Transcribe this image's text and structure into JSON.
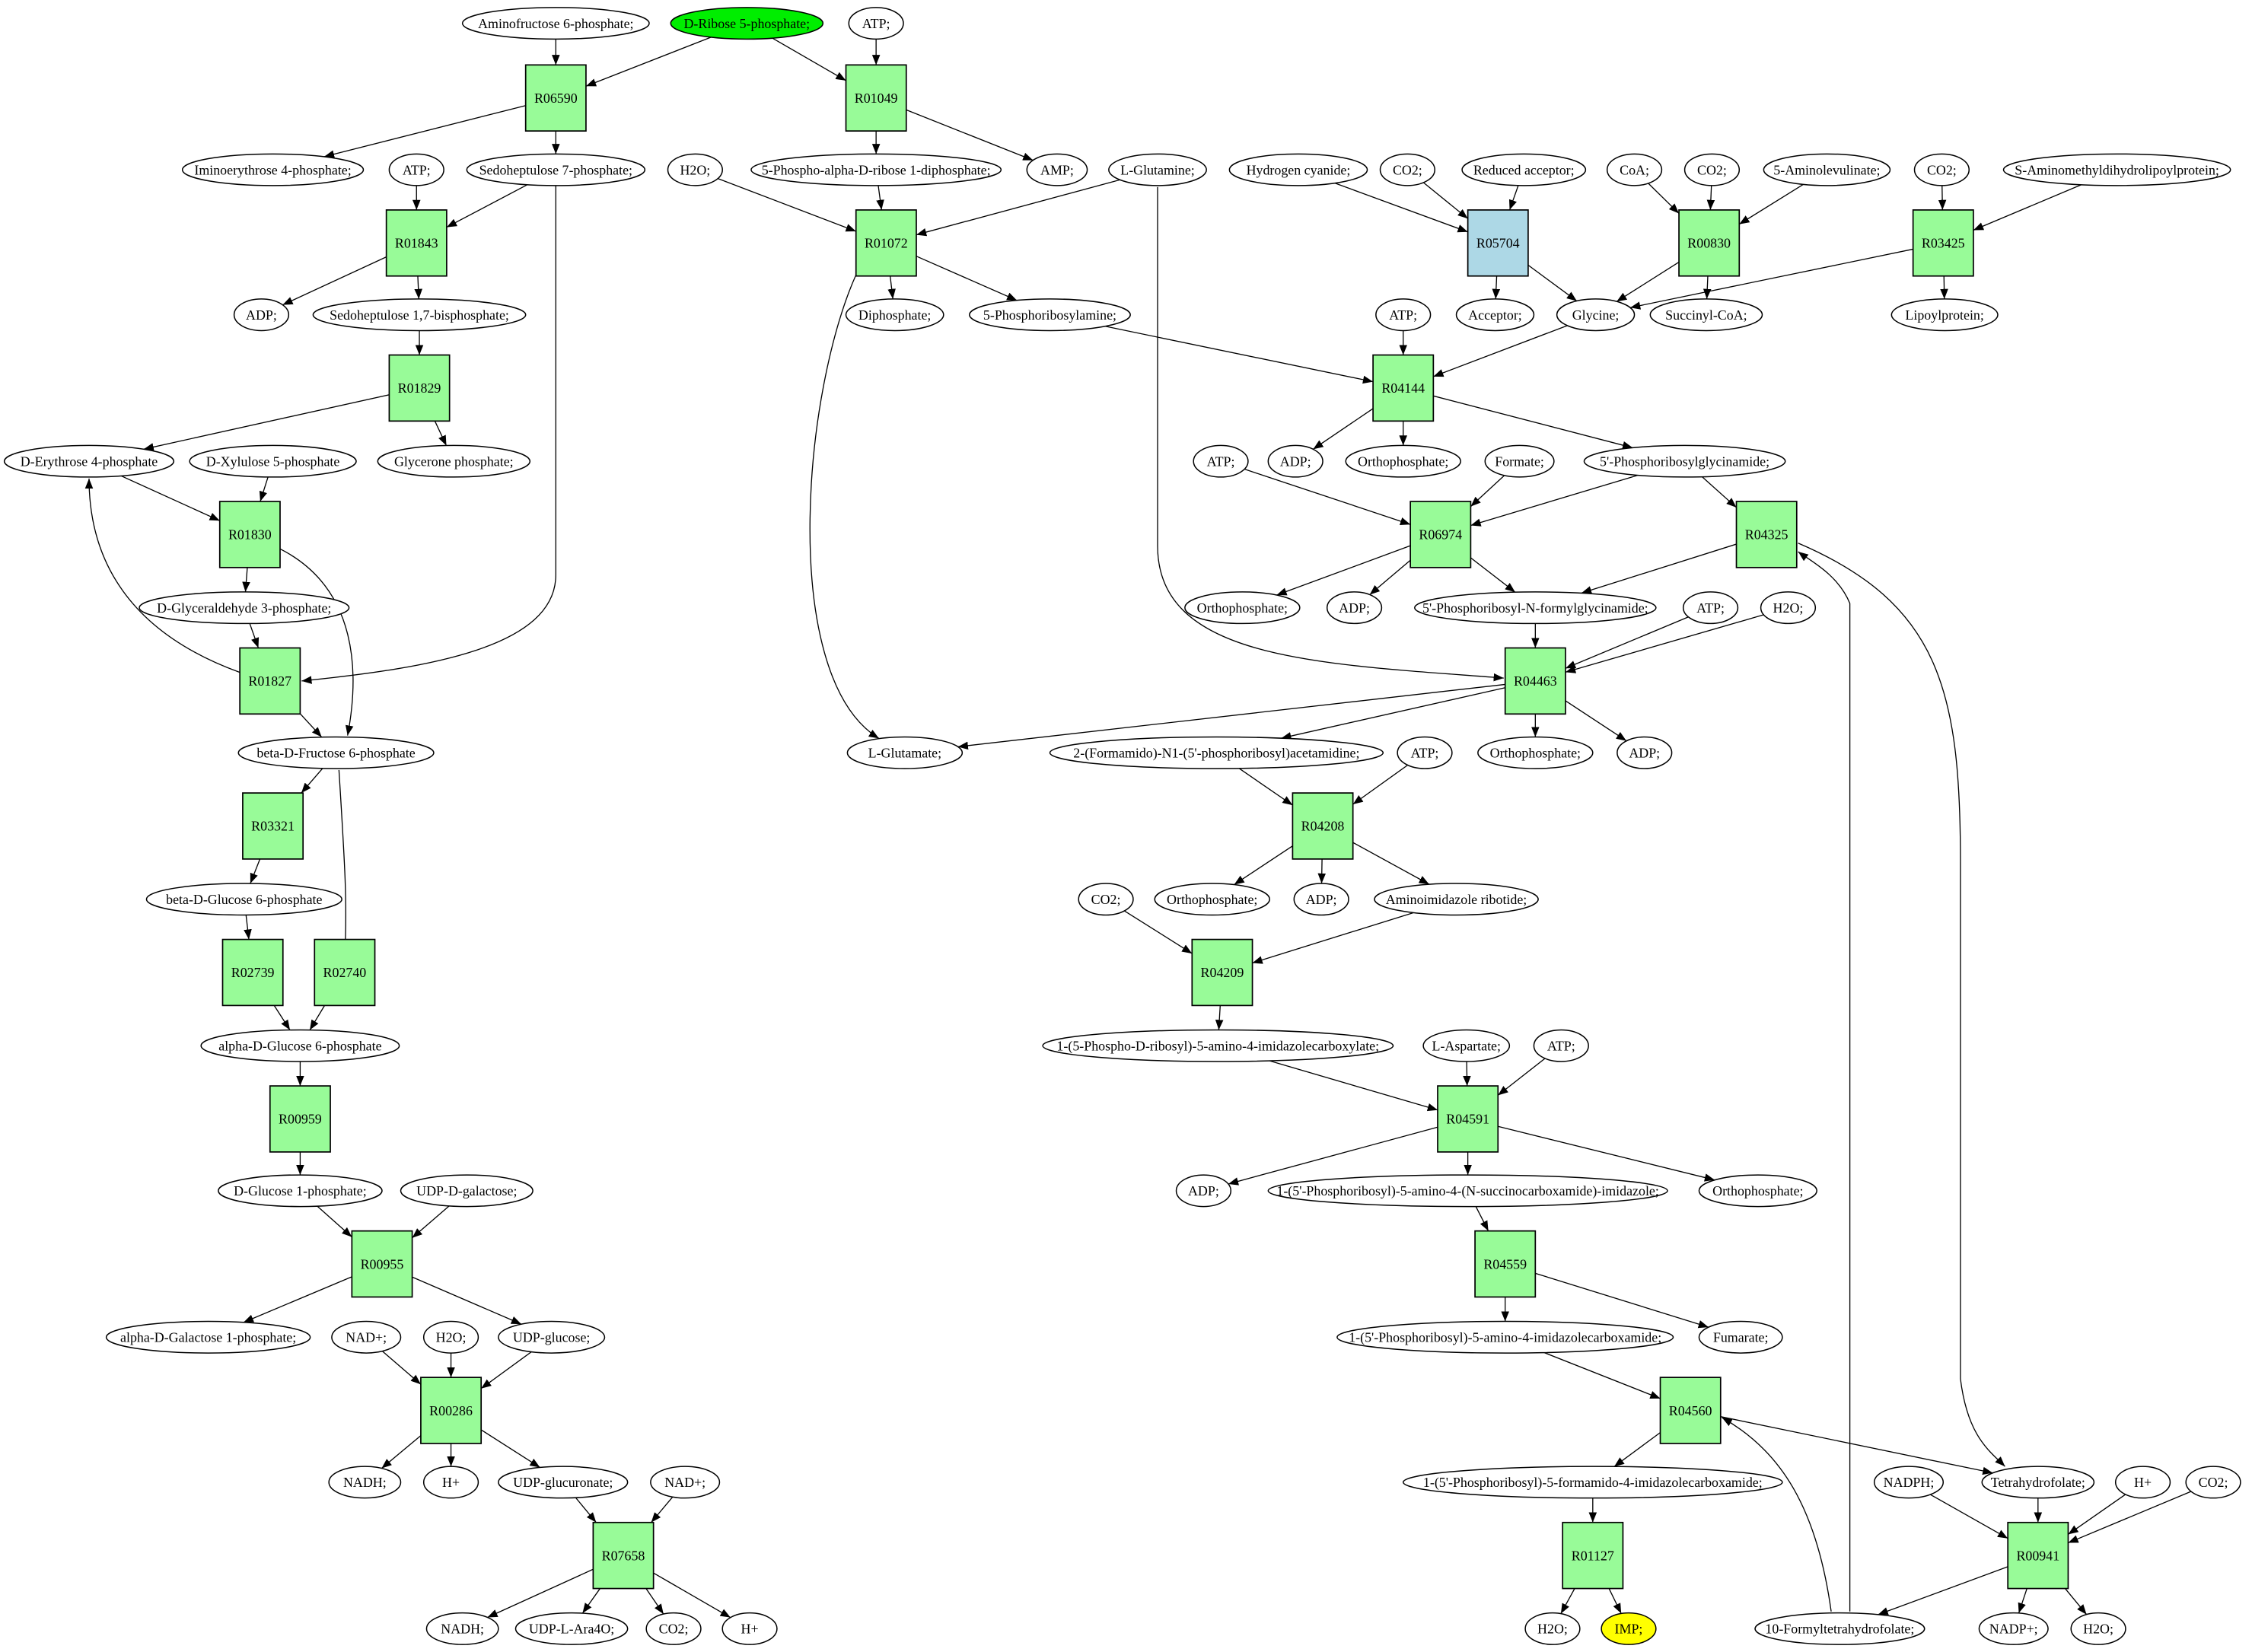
{
  "diagram": {
    "title": "Metabolic pathway graph (Reaction network to IMP)",
    "colors": {
      "reaction_fill": "#98fb98",
      "reaction_highlight_fill": "#add8e6",
      "source_compound_fill": "#00ee00",
      "target_compound_fill": "#ffff00",
      "compound_fill": "#ffffff",
      "stroke": "#000000"
    },
    "compounds": [
      {
        "id": "c_aminofructose",
        "label": "Aminofructose 6-phosphate;"
      },
      {
        "id": "c_dribose",
        "label": "D-Ribose 5-phosphate;",
        "role": "source"
      },
      {
        "id": "c_atp1",
        "label": "ATP;"
      },
      {
        "id": "c_imino",
        "label": "Iminoerythrose 4-phosphate;"
      },
      {
        "id": "c_atp2",
        "label": "ATP;"
      },
      {
        "id": "c_sedo7",
        "label": "Sedoheptulose 7-phosphate;"
      },
      {
        "id": "c_h2o1",
        "label": "H2O;"
      },
      {
        "id": "c_prpp",
        "label": "5-Phospho-alpha-D-ribose 1-diphosphate;"
      },
      {
        "id": "c_amp",
        "label": "AMP;"
      },
      {
        "id": "c_lgln",
        "label": "L-Glutamine;"
      },
      {
        "id": "c_hcn",
        "label": "Hydrogen cyanide;"
      },
      {
        "id": "c_co2a",
        "label": "CO2;"
      },
      {
        "id": "c_redacc",
        "label": "Reduced acceptor;"
      },
      {
        "id": "c_coa",
        "label": "CoA;"
      },
      {
        "id": "c_co2b",
        "label": "CO2;"
      },
      {
        "id": "c_5ala",
        "label": "5-Aminolevulinate;"
      },
      {
        "id": "c_co2c",
        "label": "CO2;"
      },
      {
        "id": "c_samdl",
        "label": "S-Aminomethyldihydrolipoylprotein;"
      },
      {
        "id": "c_adp1",
        "label": "ADP;"
      },
      {
        "id": "c_sedo17",
        "label": "Sedoheptulose 1,7-bisphosphate;"
      },
      {
        "id": "c_diphos",
        "label": "Diphosphate;"
      },
      {
        "id": "c_5pra",
        "label": "5-Phosphoribosylamine;"
      },
      {
        "id": "c_atp3",
        "label": "ATP;"
      },
      {
        "id": "c_acceptor",
        "label": "Acceptor;"
      },
      {
        "id": "c_glycine",
        "label": "Glycine;"
      },
      {
        "id": "c_succoa",
        "label": "Succinyl-CoA;"
      },
      {
        "id": "c_lipoyl",
        "label": "Lipoylprotein;"
      },
      {
        "id": "c_e4p",
        "label": "D-Erythrose 4-phosphate"
      },
      {
        "id": "c_x5p",
        "label": "D-Xylulose 5-phosphate"
      },
      {
        "id": "c_glyp",
        "label": "Glycerone phosphate;"
      },
      {
        "id": "c_atp4",
        "label": "ATP;"
      },
      {
        "id": "c_adp2",
        "label": "ADP;"
      },
      {
        "id": "c_ortho1",
        "label": "Orthophosphate;"
      },
      {
        "id": "c_formate",
        "label": "Formate;"
      },
      {
        "id": "c_gar",
        "label": "5'-Phosphoribosylglycinamide;"
      },
      {
        "id": "c_g3p",
        "label": "D-Glyceraldehyde 3-phosphate;"
      },
      {
        "id": "c_ortho2",
        "label": "Orthophosphate;"
      },
      {
        "id": "c_adp3",
        "label": "ADP;"
      },
      {
        "id": "c_fgar",
        "label": "5'-Phosphoribosyl-N-formylglycinamide;"
      },
      {
        "id": "c_atp5",
        "label": "ATP;"
      },
      {
        "id": "c_h2o2",
        "label": "H2O;"
      },
      {
        "id": "c_f6p",
        "label": "beta-D-Fructose 6-phosphate"
      },
      {
        "id": "c_lglu",
        "label": "L-Glutamate;"
      },
      {
        "id": "c_fgam",
        "label": "2-(Formamido)-N1-(5'-phosphoribosyl)acetamidine;"
      },
      {
        "id": "c_atp6",
        "label": "ATP;"
      },
      {
        "id": "c_ortho3",
        "label": "Orthophosphate;"
      },
      {
        "id": "c_adp4",
        "label": "ADP;"
      },
      {
        "id": "c_bg6p",
        "label": "beta-D-Glucose 6-phosphate"
      },
      {
        "id": "c_co2d",
        "label": "CO2;"
      },
      {
        "id": "c_ortho4",
        "label": "Orthophosphate;"
      },
      {
        "id": "c_adp5",
        "label": "ADP;"
      },
      {
        "id": "c_air",
        "label": "Aminoimidazole ribotide;"
      },
      {
        "id": "c_ag6p",
        "label": "alpha-D-Glucose 6-phosphate"
      },
      {
        "id": "c_cair",
        "label": "1-(5-Phospho-D-ribosyl)-5-amino-4-imidazolecarboxylate;"
      },
      {
        "id": "c_lasp",
        "label": "L-Aspartate;"
      },
      {
        "id": "c_atp7",
        "label": "ATP;"
      },
      {
        "id": "c_g1p",
        "label": "D-Glucose 1-phosphate;"
      },
      {
        "id": "c_udpgal",
        "label": "UDP-D-galactose;"
      },
      {
        "id": "c_adp6",
        "label": "ADP;"
      },
      {
        "id": "c_saicar",
        "label": "1-(5'-Phosphoribosyl)-5-amino-4-(N-succinocarboxamide)-imidazole;"
      },
      {
        "id": "c_ortho5",
        "label": "Orthophosphate;"
      },
      {
        "id": "c_agal1p",
        "label": "alpha-D-Galactose 1-phosphate;"
      },
      {
        "id": "c_nad1",
        "label": "NAD+;"
      },
      {
        "id": "c_h2o3",
        "label": "H2O;"
      },
      {
        "id": "c_udpglc",
        "label": "UDP-glucose;"
      },
      {
        "id": "c_aicar",
        "label": "1-(5'-Phosphoribosyl)-5-amino-4-imidazolecarboxamide;"
      },
      {
        "id": "c_fumarate",
        "label": "Fumarate;"
      },
      {
        "id": "c_nadh1",
        "label": "NADH;"
      },
      {
        "id": "c_hplus1",
        "label": "H+"
      },
      {
        "id": "c_udpglcu",
        "label": "UDP-glucuronate;"
      },
      {
        "id": "c_nad2",
        "label": "NAD+;"
      },
      {
        "id": "c_faicar",
        "label": "1-(5'-Phosphoribosyl)-5-formamido-4-imidazolecarboxamide;"
      },
      {
        "id": "c_nadph",
        "label": "NADPH;"
      },
      {
        "id": "c_thf",
        "label": "Tetrahydrofolate;"
      },
      {
        "id": "c_hplus2",
        "label": "H+"
      },
      {
        "id": "c_co2e",
        "label": "CO2;"
      },
      {
        "id": "c_nadh2",
        "label": "NADH;"
      },
      {
        "id": "c_udpara",
        "label": "UDP-L-Ara4O;"
      },
      {
        "id": "c_co2f",
        "label": "CO2;"
      },
      {
        "id": "c_hplus3",
        "label": "H+"
      },
      {
        "id": "c_h2o4",
        "label": "H2O;"
      },
      {
        "id": "c_imp",
        "label": "IMP;",
        "role": "target"
      },
      {
        "id": "c_10fthf",
        "label": "10-Formyltetrahydrofolate;"
      },
      {
        "id": "c_nadp",
        "label": "NADP+;"
      },
      {
        "id": "c_h2o5",
        "label": "H2O;"
      }
    ],
    "reactions": [
      {
        "id": "R06590",
        "label": "R06590"
      },
      {
        "id": "R01049",
        "label": "R01049"
      },
      {
        "id": "R01843",
        "label": "R01843"
      },
      {
        "id": "R01072",
        "label": "R01072"
      },
      {
        "id": "R05704",
        "label": "R05704",
        "highlight": true
      },
      {
        "id": "R00830",
        "label": "R00830"
      },
      {
        "id": "R03425",
        "label": "R03425"
      },
      {
        "id": "R01829",
        "label": "R01829"
      },
      {
        "id": "R04144",
        "label": "R04144"
      },
      {
        "id": "R01830",
        "label": "R01830"
      },
      {
        "id": "R06974",
        "label": "R06974"
      },
      {
        "id": "R04325",
        "label": "R04325"
      },
      {
        "id": "R01827",
        "label": "R01827"
      },
      {
        "id": "R04463",
        "label": "R04463"
      },
      {
        "id": "R03321",
        "label": "R03321"
      },
      {
        "id": "R04208",
        "label": "R04208"
      },
      {
        "id": "R02739",
        "label": "R02739"
      },
      {
        "id": "R02740",
        "label": "R02740"
      },
      {
        "id": "R04209",
        "label": "R04209"
      },
      {
        "id": "R00959",
        "label": "R00959"
      },
      {
        "id": "R04591",
        "label": "R04591"
      },
      {
        "id": "R00955",
        "label": "R00955"
      },
      {
        "id": "R04559",
        "label": "R04559"
      },
      {
        "id": "R00286",
        "label": "R00286"
      },
      {
        "id": "R04560",
        "label": "R04560"
      },
      {
        "id": "R07658",
        "label": "R07658"
      },
      {
        "id": "R01127",
        "label": "R01127"
      },
      {
        "id": "R00941",
        "label": "R00941"
      }
    ],
    "edges": [
      [
        "c_aminofructose",
        "R06590"
      ],
      [
        "c_dribose",
        "R06590"
      ],
      [
        "R06590",
        "c_imino"
      ],
      [
        "R06590",
        "c_sedo7"
      ],
      [
        "c_dribose",
        "R01049"
      ],
      [
        "c_atp1",
        "R01049"
      ],
      [
        "R01049",
        "c_prpp"
      ],
      [
        "R01049",
        "c_amp"
      ],
      [
        "c_atp2",
        "R01843"
      ],
      [
        "c_sedo7",
        "R01843"
      ],
      [
        "R01843",
        "c_adp1"
      ],
      [
        "R01843",
        "c_sedo17"
      ],
      [
        "c_h2o1",
        "R01072"
      ],
      [
        "c_prpp",
        "R01072"
      ],
      [
        "c_lgln",
        "R01072"
      ],
      [
        "R01072",
        "c_diphos"
      ],
      [
        "R01072",
        "c_5pra"
      ],
      [
        "R01072",
        "c_lglu"
      ],
      [
        "c_hcn",
        "R05704"
      ],
      [
        "c_co2a",
        "R05704"
      ],
      [
        "c_redacc",
        "R05704"
      ],
      [
        "R05704",
        "c_acceptor"
      ],
      [
        "R05704",
        "c_glycine"
      ],
      [
        "c_coa",
        "R00830"
      ],
      [
        "c_co2b",
        "R00830"
      ],
      [
        "c_5ala",
        "R00830"
      ],
      [
        "R00830",
        "c_glycine"
      ],
      [
        "R00830",
        "c_succoa"
      ],
      [
        "c_co2c",
        "R03425"
      ],
      [
        "c_samdl",
        "R03425"
      ],
      [
        "R03425",
        "c_glycine"
      ],
      [
        "R03425",
        "c_lipoyl"
      ],
      [
        "c_sedo17",
        "R01829"
      ],
      [
        "R01829",
        "c_e4p"
      ],
      [
        "R01829",
        "c_glyp"
      ],
      [
        "c_5pra",
        "R04144"
      ],
      [
        "c_atp3",
        "R04144"
      ],
      [
        "c_glycine",
        "R04144"
      ],
      [
        "R04144",
        "c_adp2"
      ],
      [
        "R04144",
        "c_ortho1"
      ],
      [
        "R04144",
        "c_gar"
      ],
      [
        "c_e4p",
        "R01830"
      ],
      [
        "c_x5p",
        "R01830"
      ],
      [
        "R01830",
        "c_g3p"
      ],
      [
        "R01830",
        "c_f6p"
      ],
      [
        "c_atp4",
        "R06974"
      ],
      [
        "c_formate",
        "R06974"
      ],
      [
        "c_gar",
        "R06974"
      ],
      [
        "R06974",
        "c_ortho2"
      ],
      [
        "R06974",
        "c_adp3"
      ],
      [
        "R06974",
        "c_fgar"
      ],
      [
        "c_gar",
        "R04325"
      ],
      [
        "R04325",
        "c_fgar"
      ],
      [
        "c_10fthf",
        "R04325"
      ],
      [
        "R04325",
        "c_thf"
      ],
      [
        "c_g3p",
        "R01827"
      ],
      [
        "c_sedo7",
        "R01827"
      ],
      [
        "R01827",
        "c_e4p"
      ],
      [
        "R01827",
        "c_f6p"
      ],
      [
        "c_fgar",
        "R04463"
      ],
      [
        "c_atp5",
        "R04463"
      ],
      [
        "c_h2o2",
        "R04463"
      ],
      [
        "c_lgln",
        "R04463"
      ],
      [
        "R04463",
        "c_lglu"
      ],
      [
        "R04463",
        "c_fgam"
      ],
      [
        "R04463",
        "c_ortho3"
      ],
      [
        "R04463",
        "c_adp4"
      ],
      [
        "c_f6p",
        "R03321"
      ],
      [
        "R03321",
        "c_bg6p"
      ],
      [
        "c_fgam",
        "R04208"
      ],
      [
        "c_atp6",
        "R04208"
      ],
      [
        "R04208",
        "c_ortho4"
      ],
      [
        "R04208",
        "c_adp5"
      ],
      [
        "R04208",
        "c_air"
      ],
      [
        "c_bg6p",
        "R02739"
      ],
      [
        "R02739",
        "c_ag6p"
      ],
      [
        "c_f6p",
        "R02740"
      ],
      [
        "R02740",
        "c_ag6p"
      ],
      [
        "c_co2d",
        "R04209"
      ],
      [
        "c_air",
        "R04209"
      ],
      [
        "R04209",
        "c_cair"
      ],
      [
        "c_ag6p",
        "R00959"
      ],
      [
        "R00959",
        "c_g1p"
      ],
      [
        "c_cair",
        "R04591"
      ],
      [
        "c_lasp",
        "R04591"
      ],
      [
        "c_atp7",
        "R04591"
      ],
      [
        "R04591",
        "c_adp6"
      ],
      [
        "R04591",
        "c_saicar"
      ],
      [
        "R04591",
        "c_ortho5"
      ],
      [
        "c_g1p",
        "R00955"
      ],
      [
        "c_udpgal",
        "R00955"
      ],
      [
        "R00955",
        "c_agal1p"
      ],
      [
        "R00955",
        "c_udpglc"
      ],
      [
        "c_saicar",
        "R04559"
      ],
      [
        "R04559",
        "c_aicar"
      ],
      [
        "R04559",
        "c_fumarate"
      ],
      [
        "c_nad1",
        "R00286"
      ],
      [
        "c_h2o3",
        "R00286"
      ],
      [
        "c_udpglc",
        "R00286"
      ],
      [
        "R00286",
        "c_nadh1"
      ],
      [
        "R00286",
        "c_hplus1"
      ],
      [
        "R00286",
        "c_udpglcu"
      ],
      [
        "c_aicar",
        "R04560"
      ],
      [
        "c_10fthf",
        "R04560"
      ],
      [
        "R04560",
        "c_faicar"
      ],
      [
        "R04560",
        "c_thf"
      ],
      [
        "c_udpglcu",
        "R07658"
      ],
      [
        "c_nad2",
        "R07658"
      ],
      [
        "R07658",
        "c_nadh2"
      ],
      [
        "R07658",
        "c_udpara"
      ],
      [
        "R07658",
        "c_co2f"
      ],
      [
        "R07658",
        "c_hplus3"
      ],
      [
        "c_faicar",
        "R01127"
      ],
      [
        "R01127",
        "c_h2o4"
      ],
      [
        "R01127",
        "c_imp"
      ],
      [
        "c_nadph",
        "R00941"
      ],
      [
        "c_thf",
        "R00941"
      ],
      [
        "c_hplus2",
        "R00941"
      ],
      [
        "c_co2e",
        "R00941"
      ],
      [
        "R00941",
        "c_10fthf"
      ],
      [
        "R00941",
        "c_nadp"
      ],
      [
        "R00941",
        "c_h2o5"
      ]
    ]
  }
}
